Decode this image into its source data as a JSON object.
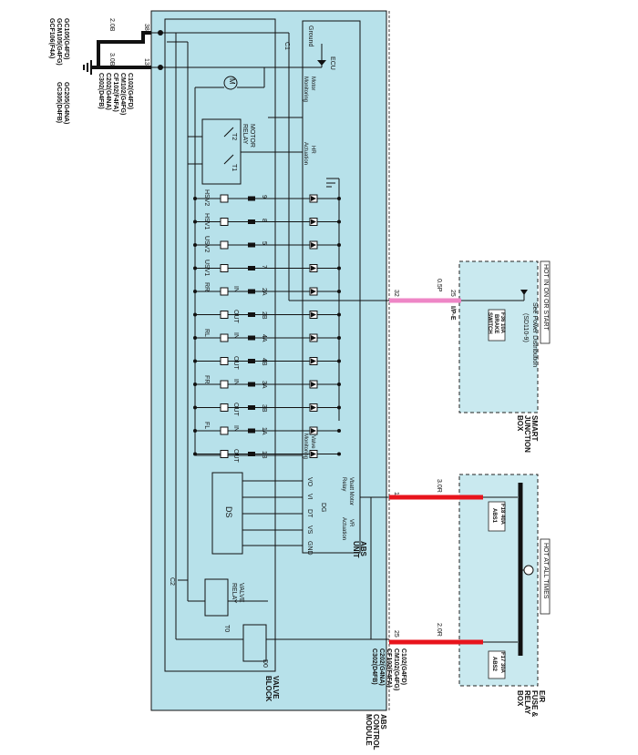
{
  "colors": {
    "module_fill": "#b7e1ea",
    "box_fill": "#c9e9ef",
    "wire_power": "#e8141c",
    "wire_ign": "#ee86c6",
    "wire": "#111111"
  },
  "ground": {
    "codes": [
      "GC105(G4FD)",
      "GCM105(G4FG)",
      "GCF106(F4A)"
    ],
    "codes2": [
      "GC205(G4NA)",
      "GC305(D4FB)"
    ],
    "wire_top": "2.0B",
    "wire_bottom": "3.0B",
    "pin_top": "38",
    "pin_bottom": "13"
  },
  "connector_left": [
    "C102(G4FD)",
    "CM102(G4FG)",
    "CF102(F4FA)",
    "C202(G4NA)",
    "C302(D4FB)"
  ],
  "connector_right": [
    "C102(G4FD)",
    "CM102(G4FG)",
    "CF102(F4FA)",
    "C202(G4NA)",
    "C302(D4FB)"
  ],
  "module": {
    "abs_unit": [
      "ABS",
      "UNIT"
    ],
    "control_module": [
      "ABS",
      "CONTROL",
      "MODULE"
    ],
    "valve_block": [
      "VALVE",
      "BLOCK"
    ],
    "motor_relay": [
      "MOTOR",
      "RELAY"
    ],
    "valve_relay": [
      "VALVE",
      "RELAY"
    ],
    "ds": "DS",
    "ecu": "ECU",
    "ground_lbl": "Ground",
    "c1": "C1",
    "c2": "C2",
    "motor_monitoring": [
      "Motor",
      "Monitoring"
    ],
    "hr_actuation": [
      "HR",
      "Actuation"
    ],
    "valve_monitoring": [
      "Valve",
      "Monitoring"
    ],
    "vbatt_motor_relay": [
      "Vbatt Motor",
      "Relay"
    ],
    "vr_actuation": [
      "VR",
      "Actuation"
    ],
    "dg": "DG",
    "dg_pins": [
      "VO",
      "VI",
      "DT",
      "VS",
      "GND"
    ],
    "t1": "T1",
    "t2": "T2",
    "t0": "T0",
    "d0": "D0",
    "m": "M"
  },
  "valves": [
    {
      "name": "HSV2",
      "num": "9",
      "io": ""
    },
    {
      "name": "HSV1",
      "num": "8",
      "io": ""
    },
    {
      "name": "USV2",
      "num": "5",
      "io": ""
    },
    {
      "name": "USV1",
      "num": "7",
      "io": ""
    },
    {
      "name": "RR",
      "num": "2A",
      "io": "IN"
    },
    {
      "name": "",
      "num": "2B",
      "io": "OUT"
    },
    {
      "name": "RL",
      "num": "4A",
      "io": "IN"
    },
    {
      "name": "",
      "num": "4B",
      "io": "OUT"
    },
    {
      "name": "FR",
      "num": "3A",
      "io": "IN"
    },
    {
      "name": "",
      "num": "3B",
      "io": "OUT"
    },
    {
      "name": "FL",
      "num": "1A",
      "io": "IN"
    },
    {
      "name": "",
      "num": "1B",
      "io": "OUT"
    }
  ],
  "ign_circuit": {
    "pin_module": "32",
    "pin_box": "25",
    "wire": "0.5P",
    "connector": "I/P-E",
    "hot_label": "HOT IN ON OR START",
    "see_power": [
      "See Power Distribution",
      "(SD110-9)"
    ],
    "fuse": [
      "F36 10A",
      "BRAKE",
      "SWITCH"
    ],
    "box": [
      "SMART",
      "JUNCTION",
      "BOX"
    ]
  },
  "power_circuit": {
    "pin1": "1",
    "pin25": "25",
    "wire1": "3.0R",
    "wire2": "2.0R",
    "hot_label": "HOT AT ALL TIMES",
    "fuse1": [
      "F18 40A",
      "ABS1"
    ],
    "fuse2": [
      "F17 30A",
      "ABS2"
    ],
    "box": [
      "E/R",
      "FUSE &",
      "RELAY",
      "BOX"
    ]
  }
}
